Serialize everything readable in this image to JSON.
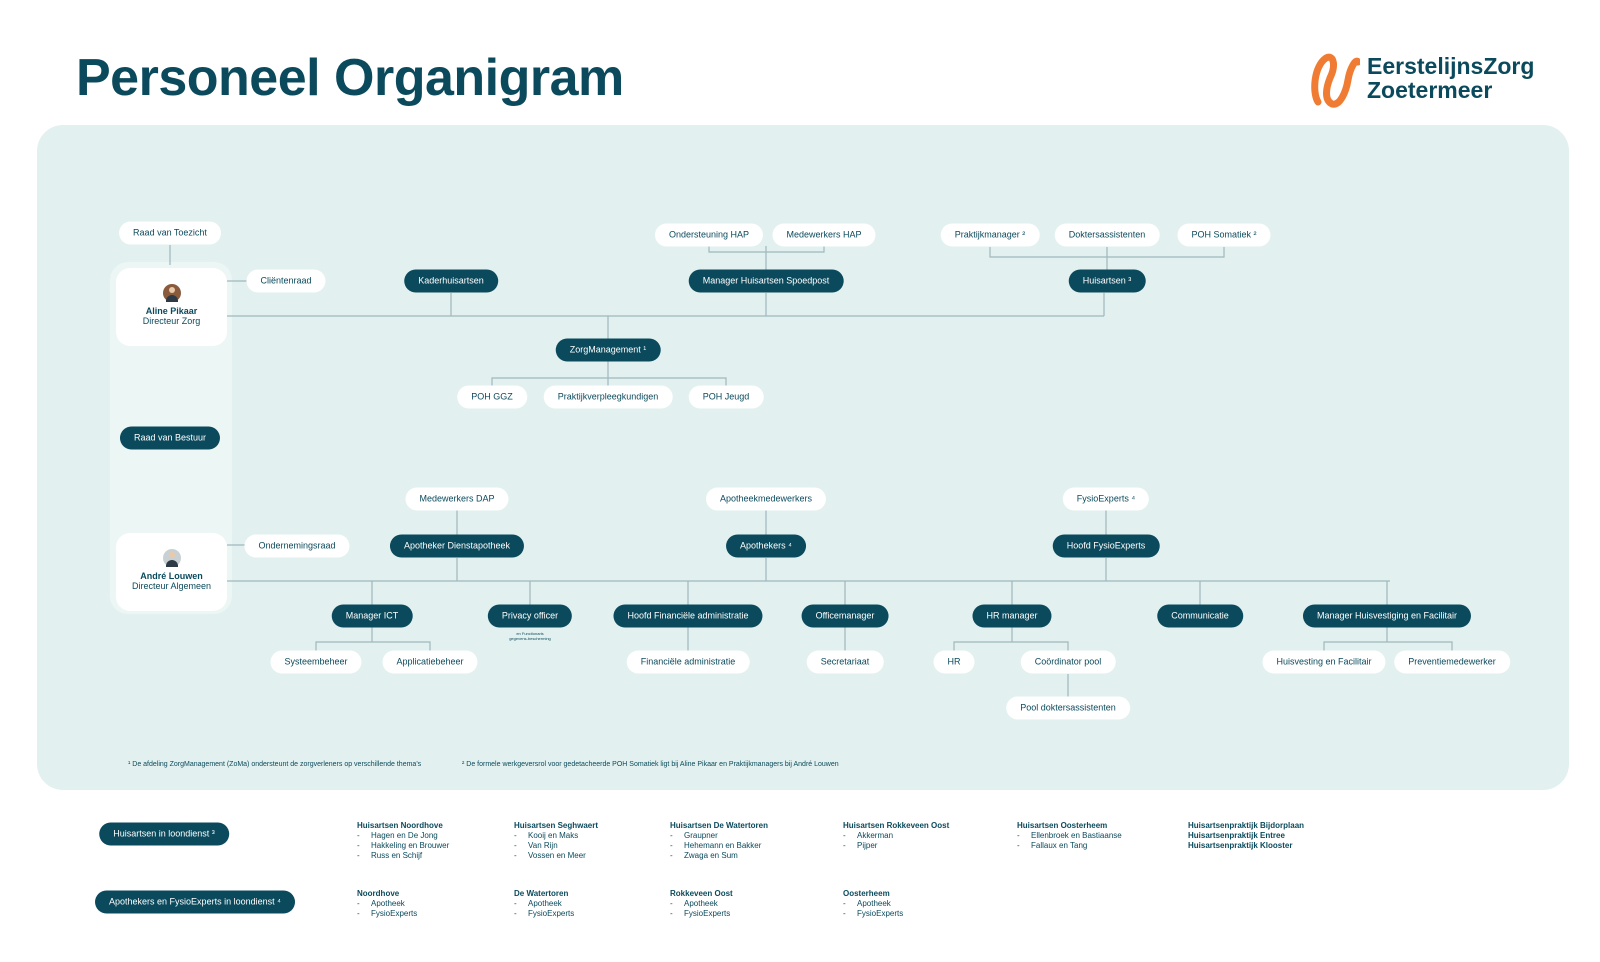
{
  "title": "Personeel Organigram",
  "brand": {
    "line1": "EerstelijnsZorg",
    "line2": "Zoetermeer",
    "color": "#0b4a5c",
    "accent": "#f07c34"
  },
  "colors": {
    "dark": "#0b4a5c",
    "panel": "#e2f1ef",
    "line": "#9fb8be"
  },
  "nodes": {
    "raad_toezicht": "Raad van Toezicht",
    "clientenraad": "Cliëntenraad",
    "kaderhuisartsen": "Kaderhuisartsen",
    "ondersteuning_hap": "Ondersteuning HAP",
    "medewerkers_hap": "Medewerkers HAP",
    "manager_hap": "Manager Huisartsen Spoedpost",
    "praktijkmanager": "Praktijkmanager ²",
    "doktersassistenten": "Doktersassistenten",
    "poh_somatiek": "POH Somatiek ²",
    "huisartsen": "Huisartsen ³",
    "zorgmanagement": "ZorgManagement ¹",
    "poh_ggz": "POH GGZ",
    "praktijkverpleegkundigen": "Praktijkverpleegkundigen",
    "poh_jeugd": "POH Jeugd",
    "raad_bestuur": "Raad van Bestuur",
    "medewerkers_dap": "Medewerkers DAP",
    "apotheker_dienst": "Apotheker Dienstapotheek",
    "apotheekmedewerkers": "Apotheekmedewerkers",
    "apothekers": "Apothekers ⁴",
    "fysioexperts": "FysioExperts ⁴",
    "hoofd_fysio": "Hoofd FysioExperts",
    "ondernemingsraad": "Ondernemingsraad",
    "manager_ict": "Manager ICT",
    "privacy_officer": "Privacy officer",
    "privacy_note_1": "en Functionaris",
    "privacy_note_2": "gegevens-bescherming",
    "hoofd_fin": "Hoofd Financiële administratie",
    "officemanager": "Officemanager",
    "hr_manager": "HR manager",
    "communicatie": "Communicatie",
    "manager_huisvesting": "Manager Huisvestiging en Facilitair",
    "systeembeheer": "Systeembeheer",
    "applicatiebeheer": "Applicatiebeheer",
    "fin_admin": "Financiële administratie",
    "secretariaat": "Secretariaat",
    "hr": "HR",
    "coordinator_pool": "Coördinator pool",
    "pool_doktersassistenten": "Pool doktersassistenten",
    "huisvesting_facilitair": "Huisvesting en Facilitair",
    "preventiemedewerker": "Preventiemedewerker"
  },
  "people": {
    "aline": {
      "name": "Aline Pikaar",
      "role": "Directeur Zorg"
    },
    "andre": {
      "name": "André Louwen",
      "role": "Directeur Algemeen"
    }
  },
  "footnotes": {
    "f1": "¹ De afdeling ZorgManagement (ZoMa) ondersteunt de zorgverleners  op verschillende thema's",
    "f2": "² De formele werkgeversrol voor gedetacheerde POH Somatiek ligt bij Aline Pikaar en Praktijkmanagers bij André Louwen"
  },
  "bottom": {
    "huisartsen_label": "Huisartsen in loondienst ³",
    "apothekers_label": "Apothekers en FysioExperts in loondienst ⁴",
    "huisartsen_groups": [
      {
        "title": "Huisartsen Noordhove",
        "items": [
          "Hagen en De Jong",
          "Hakkeling en Brouwer",
          "Russ en Schijf"
        ]
      },
      {
        "title": "Huisartsen Seghwaert",
        "items": [
          "Kooij en Maks",
          "Van Rijn",
          "Vossen en Meer"
        ]
      },
      {
        "title": "Huisartsen De Watertoren",
        "items": [
          "Graupner",
          "Hehemann en Bakker",
          "Zwaga en Sum"
        ]
      },
      {
        "title": "Huisartsen Rokkeveen Oost",
        "items": [
          "Akkerman",
          "Pijper"
        ]
      },
      {
        "title": "Huisartsen Oosterheem",
        "items": [
          "Ellenbroek en Bastiaanse",
          "Fallaux en Tang"
        ]
      }
    ],
    "praktijken": [
      "Huisartsenpraktijk Bijdorplaan",
      "Huisartsenpraktijk Entree",
      "Huisartsenpraktijk Klooster"
    ],
    "apotheek_groups": [
      {
        "title": "Noordhove",
        "items": [
          "Apotheek",
          "FysioExperts"
        ]
      },
      {
        "title": "De Watertoren",
        "items": [
          "Apotheek",
          "FysioExperts"
        ]
      },
      {
        "title": "Rokkeveen Oost",
        "items": [
          "Apotheek",
          "FysioExperts"
        ]
      },
      {
        "title": "Oosterheem",
        "items": [
          "Apotheek",
          "FysioExperts"
        ]
      }
    ]
  }
}
